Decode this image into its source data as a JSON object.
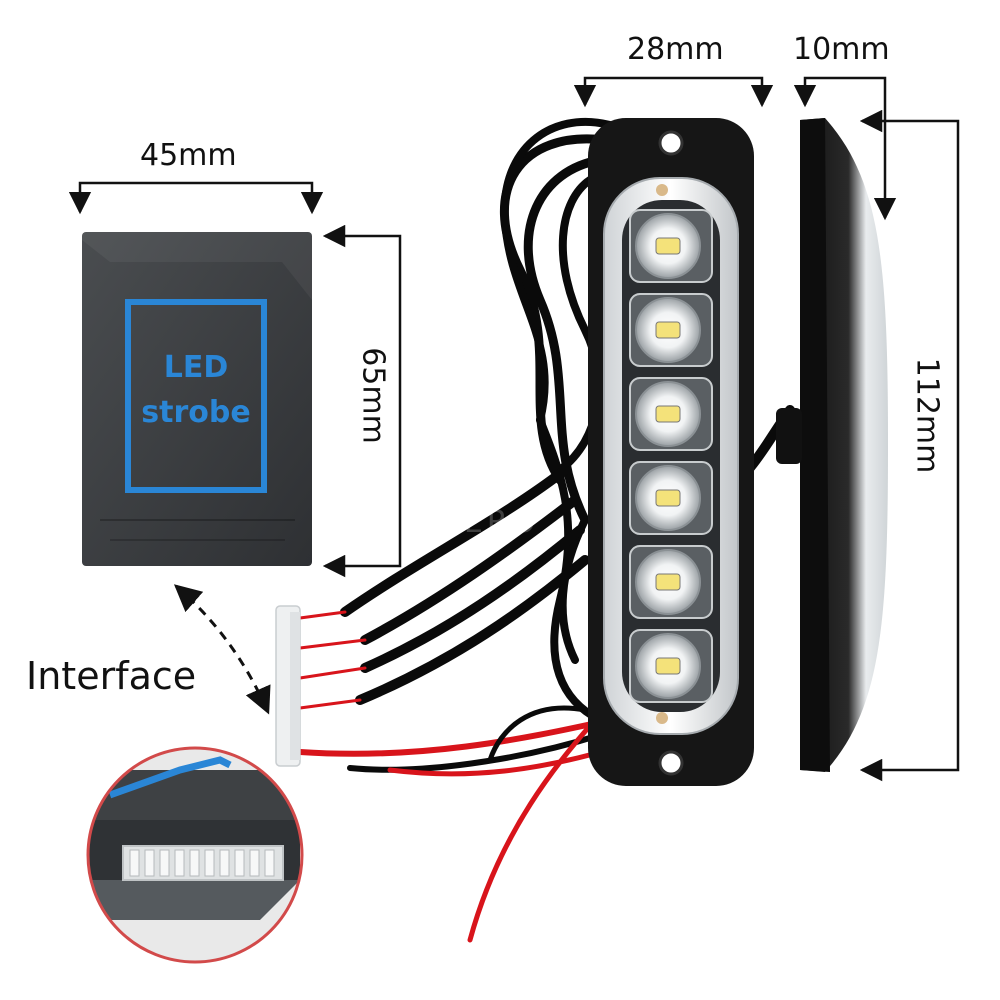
{
  "dimensions": {
    "box_width": "45mm",
    "box_height": "65mm",
    "light_width": "28mm",
    "light_depth": "10mm",
    "light_height": "112mm"
  },
  "controller": {
    "line1": "LED",
    "line2": "strobe"
  },
  "callout": {
    "label": "Interface"
  },
  "watermark": "HVIERO",
  "led_count": 6,
  "colors": {
    "accent_blue": "#2a86d6",
    "housing": "#151515",
    "wire_red": "#d8141b",
    "wire_black": "#0a0a0a",
    "zoom_border": "#d24a4a"
  }
}
